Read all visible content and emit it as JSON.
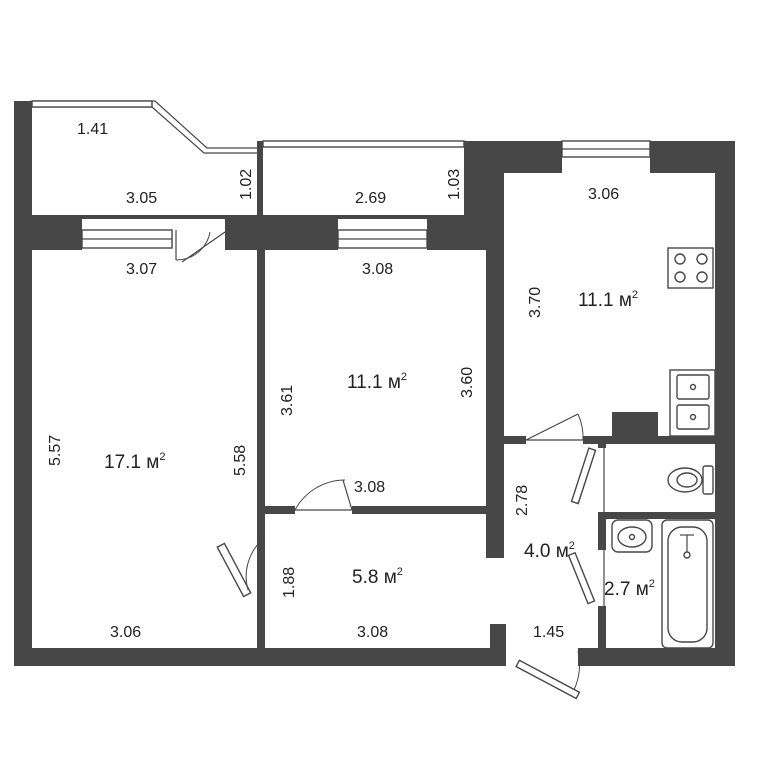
{
  "colors": {
    "wall": "#474747",
    "background": "#ffffff",
    "text": "#222222"
  },
  "rooms": [
    {
      "id": "living",
      "area": "17.1",
      "dims": {
        "height_left": "5.57",
        "height_right": "5.58",
        "width_top": "3.07",
        "width_bottom": "3.06"
      }
    },
    {
      "id": "bedroom",
      "area": "11.1",
      "dims": {
        "height_left": "3.61",
        "height_right": "3.60",
        "width_top": "3.08",
        "width_bottom": "3.08"
      }
    },
    {
      "id": "kitchen",
      "area": "11.1",
      "dims": {
        "width_top": "3.06",
        "height_left": "3.70"
      }
    },
    {
      "id": "hall",
      "area": "5.8",
      "dims": {
        "height_left": "1.88",
        "width_bottom": "3.08"
      }
    },
    {
      "id": "corridor",
      "area": "4.0",
      "dims": {
        "height_left": "2.78",
        "width_bottom": "1.45"
      }
    },
    {
      "id": "bathroom",
      "area": "2.7",
      "dims": {}
    }
  ],
  "balconies": [
    {
      "id": "balcony-left",
      "dims": {
        "slant": "1.41",
        "width": "3.05",
        "depth": "1.02"
      }
    },
    {
      "id": "balcony-right",
      "dims": {
        "width": "2.69",
        "depth": "1.03"
      }
    }
  ],
  "area_unit": "м",
  "area_unit_sup": "2"
}
